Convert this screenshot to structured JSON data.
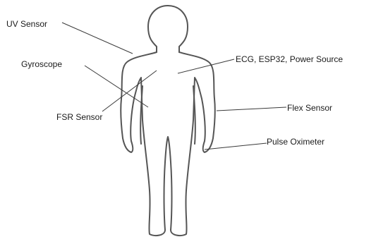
{
  "labels": {
    "uv": "UV Sensor",
    "gyro": "Gyroscope",
    "fsr": "FSR Sensor",
    "ecg": "ECG, ESP32, Power Source",
    "flex": "Flex Sensor",
    "pulse": "Pulse Oximeter"
  }
}
